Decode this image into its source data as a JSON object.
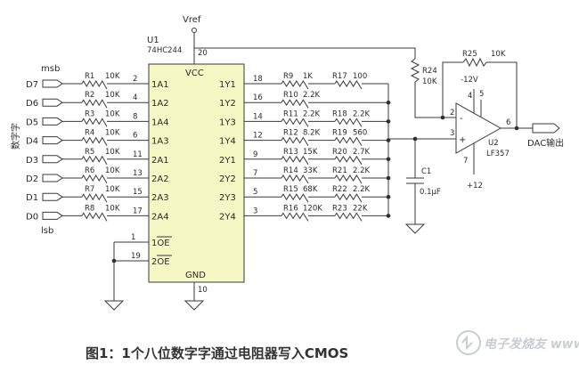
{
  "chip": {
    "ref": "U1",
    "part": "74HC244",
    "vcc_label": "VCC",
    "gnd_label": "GND",
    "vcc_pin": "20",
    "gnd_pin": "10",
    "inputs": [
      {
        "pin_num": "2",
        "name": "1A1"
      },
      {
        "pin_num": "4",
        "name": "1A2"
      },
      {
        "pin_num": "8",
        "name": "1A4"
      },
      {
        "pin_num": "6",
        "name": "1A3"
      },
      {
        "pin_num": "11",
        "name": "2A1"
      },
      {
        "pin_num": "13",
        "name": "2A2"
      },
      {
        "pin_num": "15",
        "name": "2A3"
      },
      {
        "pin_num": "17",
        "name": "2A4"
      }
    ],
    "enables": [
      {
        "pin_num": "1",
        "name": "1OE"
      },
      {
        "pin_num": "19",
        "name": "2OE"
      }
    ],
    "outputs": [
      {
        "pin_num": "18",
        "name": "1Y1"
      },
      {
        "pin_num": "16",
        "name": "1Y2"
      },
      {
        "pin_num": "14",
        "name": "1Y3"
      },
      {
        "pin_num": "12",
        "name": "1Y4"
      },
      {
        "pin_num": "9",
        "name": "2Y1"
      },
      {
        "pin_num": "7",
        "name": "2Y2"
      },
      {
        "pin_num": "5",
        "name": "2Y3"
      },
      {
        "pin_num": "3",
        "name": "2Y4"
      }
    ]
  },
  "vref": "Vref",
  "msb": "msb",
  "lsb": "lsb",
  "digital_label": "数字字",
  "data_inputs": [
    {
      "port": "D7",
      "res": "R1",
      "val": "10K"
    },
    {
      "port": "D6",
      "res": "R2",
      "val": "10K"
    },
    {
      "port": "D5",
      "res": "R3",
      "val": "10K"
    },
    {
      "port": "D4",
      "res": "R4",
      "val": "10K"
    },
    {
      "port": "D3",
      "res": "R5",
      "val": "10K"
    },
    {
      "port": "D2",
      "res": "R6",
      "val": "10K"
    },
    {
      "port": "D1",
      "res": "R7",
      "val": "10K"
    },
    {
      "port": "D0",
      "res": "R8",
      "val": "10K"
    }
  ],
  "ladder": [
    {
      "a_name": "R9",
      "a_val": "1K",
      "b_name": "R17",
      "b_val": "100"
    },
    {
      "a_name": "R10",
      "a_val": "2.2K",
      "b_name": "",
      "b_val": ""
    },
    {
      "a_name": "R11",
      "a_val": "2.2K",
      "b_name": "R18",
      "b_val": "2.2K"
    },
    {
      "a_name": "R12",
      "a_val": "8.2K",
      "b_name": "R19",
      "b_val": "560"
    },
    {
      "a_name": "R13",
      "a_val": "15K",
      "b_name": "R20",
      "b_val": "2.7K"
    },
    {
      "a_name": "R14",
      "a_val": "33K",
      "b_name": "R21",
      "b_val": "2.2K"
    },
    {
      "a_name": "R15",
      "a_val": "68K",
      "b_name": "R22",
      "b_val": "2.2K"
    },
    {
      "a_name": "R16",
      "a_val": "120K",
      "b_name": "R23",
      "b_val": "22K"
    }
  ],
  "r24": {
    "name": "R24",
    "val": "10K"
  },
  "r25": {
    "name": "R25",
    "val": "10K"
  },
  "cap": {
    "name": "C1",
    "val": "0.1μF"
  },
  "opamp": {
    "ref": "U2",
    "part": "LF357",
    "vneg": "-12V",
    "vpos": "+12",
    "pin_inv": "2",
    "pin_noninv": "3",
    "pin_out": "6",
    "pin_top_a": "4",
    "pin_top_b": "5",
    "pin_bot": "7",
    "minus": "-",
    "plus": "+"
  },
  "output_label": "DAC输出",
  "caption": "图1：1个八位数字字通过电阻器写入CMOS",
  "watermark": "电子发烧友 www.elecfans.com"
}
